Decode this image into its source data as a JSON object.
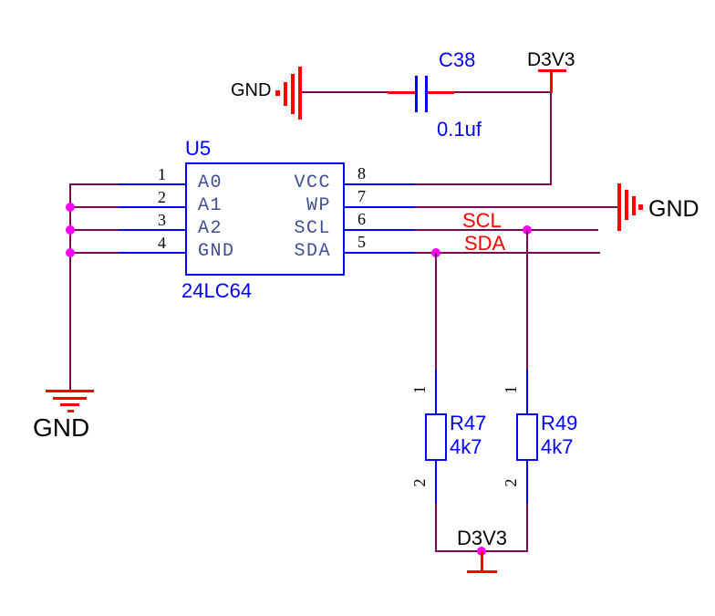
{
  "colors": {
    "wire": "#7B0A50",
    "component": "#0000FF",
    "power_symbol": "#FF0000",
    "junction": "#FF00FF",
    "pin_name_text": "#3F4E94",
    "net_label_text": "#FF0000",
    "label_text": "#000000"
  },
  "ic": {
    "designator": "U5",
    "part_number": "24LC64",
    "left_pins": [
      {
        "number": "1",
        "name": "A0"
      },
      {
        "number": "2",
        "name": "A1"
      },
      {
        "number": "3",
        "name": "A2"
      },
      {
        "number": "4",
        "name": "GND"
      }
    ],
    "right_pins": [
      {
        "number": "8",
        "name": "VCC"
      },
      {
        "number": "7",
        "name": "WP"
      },
      {
        "number": "6",
        "name": "SCL"
      },
      {
        "number": "5",
        "name": "SDA"
      }
    ]
  },
  "capacitor": {
    "designator": "C38",
    "value": "0.1uf"
  },
  "resistors": [
    {
      "designator": "R47",
      "value": "4k7",
      "pin_top": "1",
      "pin_bottom": "2"
    },
    {
      "designator": "R49",
      "value": "4k7",
      "pin_top": "1",
      "pin_bottom": "2"
    }
  ],
  "power": {
    "gnd_top_left": "GND",
    "gnd_right": "GND",
    "gnd_bottom_left": "GND",
    "d3v3_top": "D3V3",
    "d3v3_bottom": "D3V3"
  },
  "net_labels": {
    "scl": "SCL",
    "sda": "SDA"
  }
}
